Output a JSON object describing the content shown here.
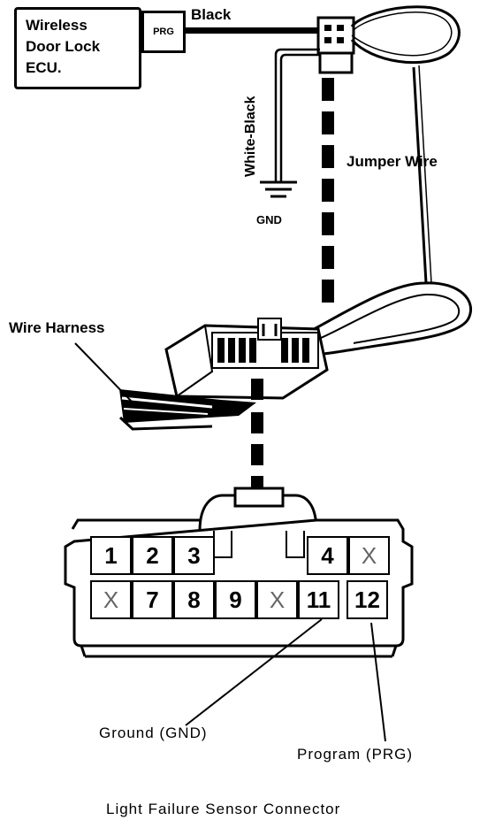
{
  "ecu": {
    "lines": [
      "Wireless",
      "Door Lock",
      "ECU."
    ],
    "prg_label": "PRG"
  },
  "wires": {
    "black": "Black",
    "white_black": "White-Black",
    "gnd": "GND",
    "jumper": "Jumper Wire",
    "harness": "Wire Harness"
  },
  "connector": {
    "row1": [
      {
        "label": "1",
        "x": false
      },
      {
        "label": "2",
        "x": false
      },
      {
        "label": "3",
        "x": false
      },
      {
        "label": "4",
        "x": false
      },
      {
        "label": "X",
        "x": true
      }
    ],
    "row2": [
      {
        "label": "X",
        "x": true
      },
      {
        "label": "7",
        "x": false
      },
      {
        "label": "8",
        "x": false
      },
      {
        "label": "9",
        "x": false
      },
      {
        "label": "X",
        "x": true
      },
      {
        "label": "11",
        "x": false
      },
      {
        "label": "12",
        "x": false
      }
    ],
    "ground_label": "Ground (GND)",
    "program_label": "Program (PRG)",
    "caption": "Light Failure Sensor Connector"
  }
}
